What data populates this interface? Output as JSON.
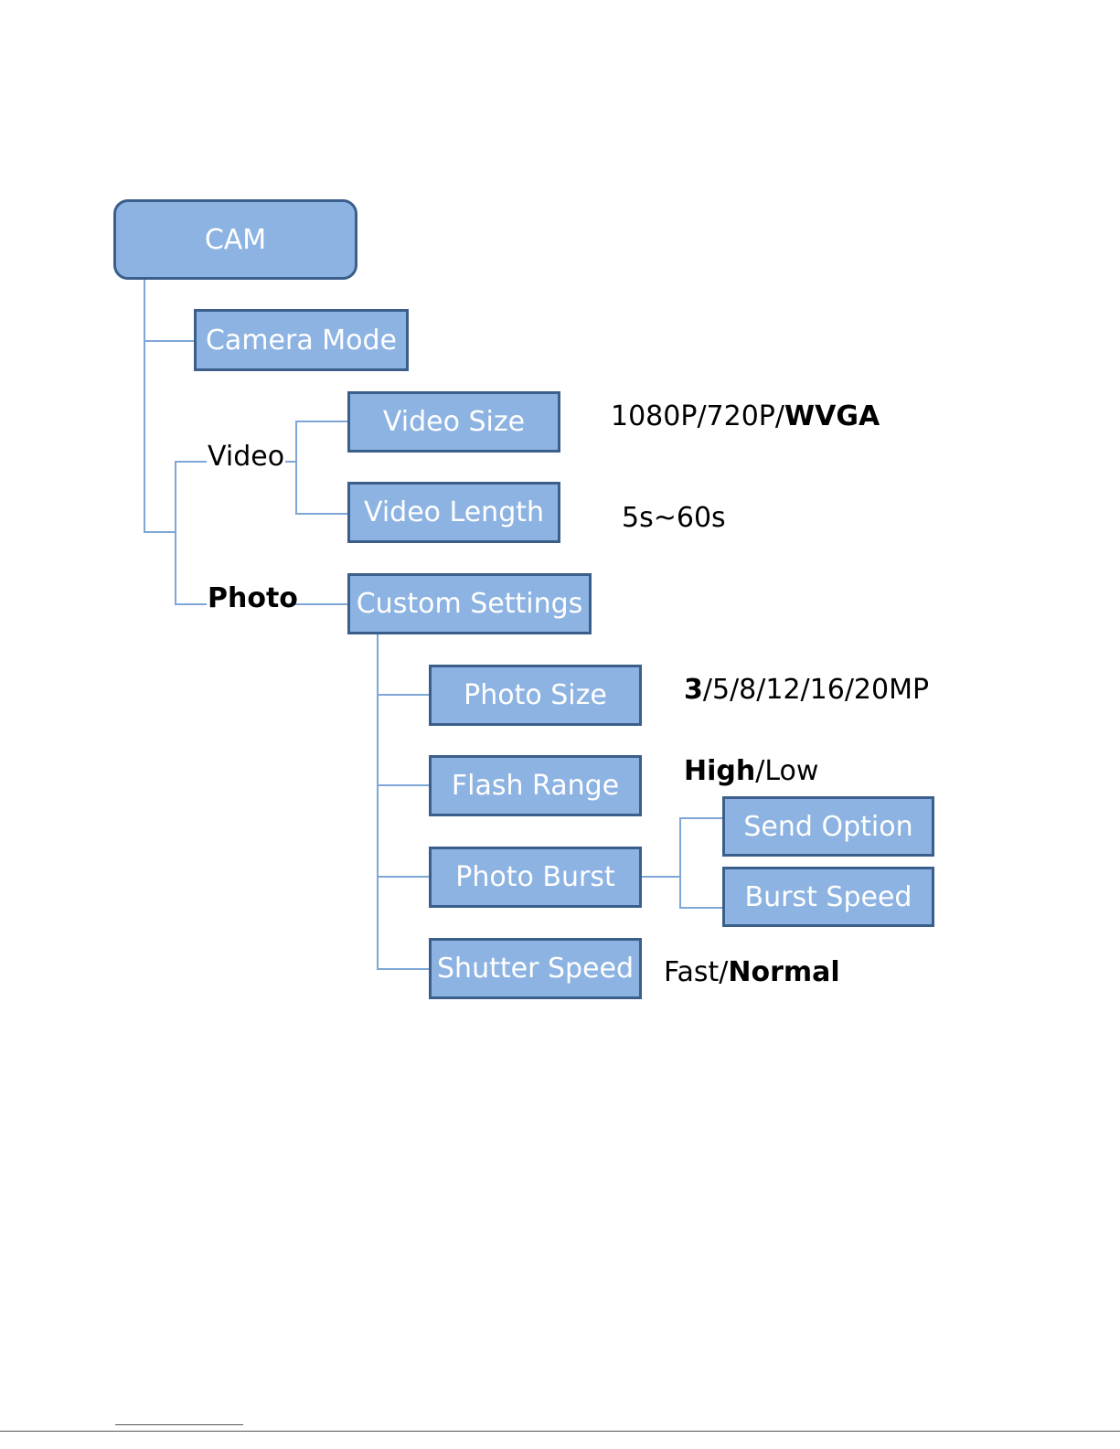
{
  "diagram": {
    "root": {
      "label": "CAM"
    },
    "camera_mode": {
      "label": "Camera Mode"
    },
    "branches": {
      "video": {
        "label": "Video"
      },
      "photo": {
        "label": "Photo"
      }
    },
    "video_size": {
      "label": "Video Size",
      "options": {
        "normal": "1080P/720P/",
        "default": "WVGA"
      }
    },
    "video_length": {
      "label": "Video Length",
      "range": "5s~60s"
    },
    "custom_settings": {
      "label": "Custom Settings"
    },
    "photo_size": {
      "label": "Photo Size",
      "options": {
        "default": "3",
        "normal": "/5/8/12/16/20MP"
      }
    },
    "flash_range": {
      "label": "Flash Range",
      "options": {
        "default": "High",
        "normal": "/Low"
      }
    },
    "photo_burst": {
      "label": "Photo Burst"
    },
    "send_option": {
      "label": "Send Option"
    },
    "burst_speed": {
      "label": "Burst Speed"
    },
    "shutter_speed": {
      "label": "Shutter Speed",
      "options": {
        "normal": "Fast/",
        "default": "Normal"
      }
    }
  },
  "colors": {
    "box_fill": "#8DB3E2",
    "box_border": "#3B5F8A",
    "box_text": "#FFFFFF",
    "connector": "#7EA6D6"
  }
}
